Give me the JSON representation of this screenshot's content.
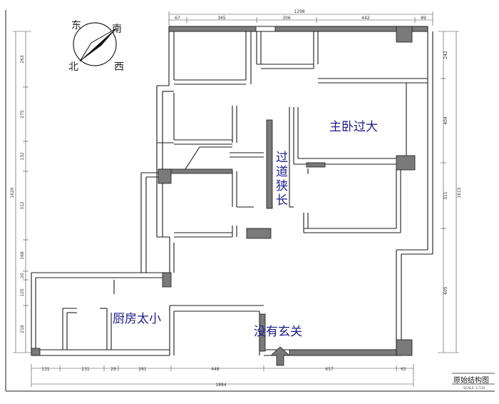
{
  "compass": {
    "east": "东",
    "south": "南",
    "north": "北",
    "west": "西"
  },
  "annotations": {
    "bedroom": "主卧过大",
    "corridor": "过道狭长",
    "kitchen": "厨房太小",
    "entrance": "没有玄关"
  },
  "dimensions": {
    "top_total": "1298",
    "top": [
      "67",
      "365",
      "306",
      "442",
      "89"
    ],
    "left_total": "1620",
    "left": [
      "263",
      "275",
      "132",
      "312",
      "168",
      "20",
      "125",
      "218"
    ],
    "right_total": "1615",
    "right": [
      "242",
      "404",
      "311",
      "605"
    ],
    "bottom": [
      "131",
      "231",
      "29",
      "261",
      "448",
      "657",
      "65"
    ],
    "bottom_total": "1884"
  },
  "title_block": {
    "title": "原始结构图",
    "scale": "SCALE: 1:110"
  },
  "colors": {
    "wall": "#1a1a1a",
    "column": "#7a7a7a",
    "annotation": "#1c1c8c"
  }
}
